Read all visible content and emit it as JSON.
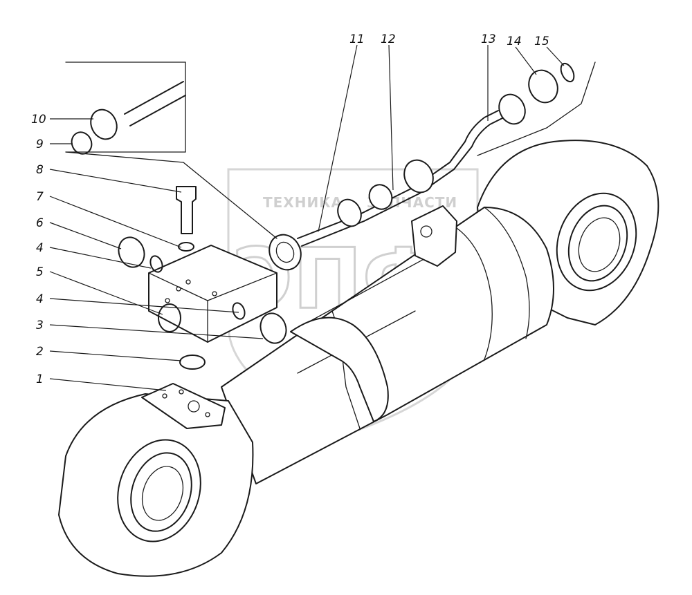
{
  "watermark": {
    "line1": "ТЕХНИКА",
    "line2": "ЗАПЧАСТИ",
    "logo": "ЭПФ"
  },
  "callouts": [
    "1",
    "2",
    "3",
    "4",
    "4",
    "5",
    "6",
    "7",
    "8",
    "9",
    "10",
    "11",
    "12",
    "13",
    "14",
    "15"
  ]
}
